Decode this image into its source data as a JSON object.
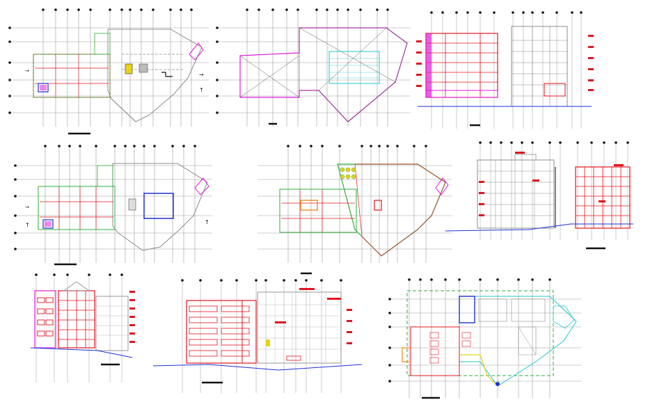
{
  "drawing": {
    "sheet_title": "",
    "colors": {
      "grid": "#9a9a9a",
      "grid_dark": "#333333",
      "wall": "#8c8c8c",
      "red": "#e0141e",
      "magenta": "#e01ad8",
      "green": "#2fae3a",
      "cyan": "#22c7cf",
      "blue": "#1d2fd6",
      "yellow": "#e8d21a",
      "orange": "#f08a1c",
      "black": "#000000"
    },
    "panels": [
      {
        "id": "plan-ground",
        "kind": "floor-plan"
      },
      {
        "id": "plan-roof",
        "kind": "roof-plan"
      },
      {
        "id": "section-aa",
        "kind": "section"
      },
      {
        "id": "plan-first",
        "kind": "floor-plan"
      },
      {
        "id": "plan-second",
        "kind": "floor-plan"
      },
      {
        "id": "section-bb",
        "kind": "section"
      },
      {
        "id": "elevation-side",
        "kind": "elevation"
      },
      {
        "id": "elevation-front",
        "kind": "elevation"
      },
      {
        "id": "plan-basement",
        "kind": "floor-plan"
      }
    ]
  }
}
